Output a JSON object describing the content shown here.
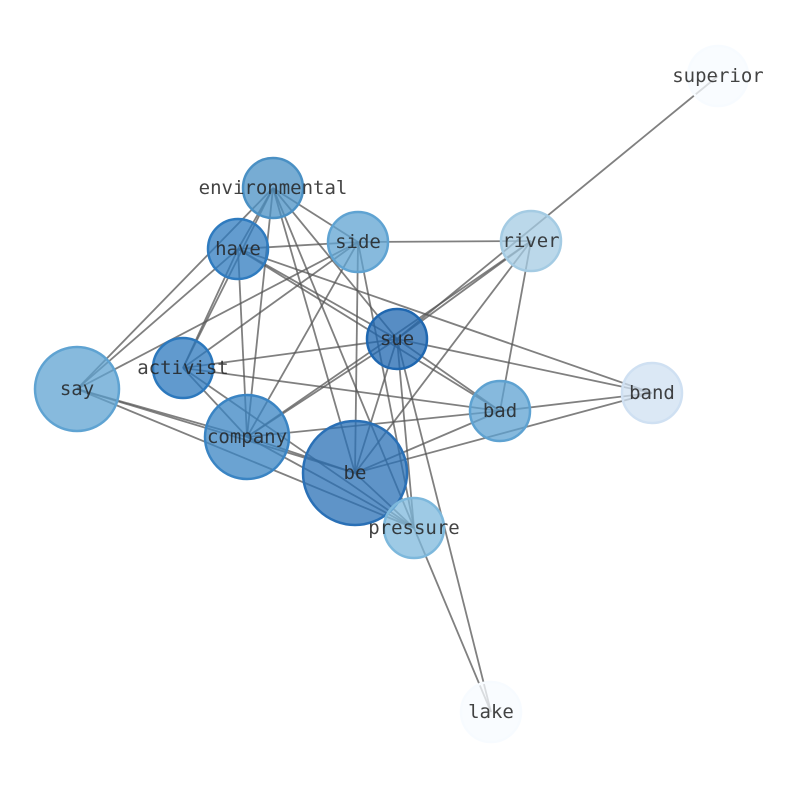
{
  "chart_data": {
    "type": "network",
    "title": "",
    "nodes": [
      {
        "id": "superior",
        "label": "superior",
        "size": 1,
        "color": "#f7fbff"
      },
      {
        "id": "environmental",
        "label": "environmental",
        "size": 1,
        "color": "#4a90c4"
      },
      {
        "id": "have",
        "label": "have",
        "size": 1,
        "color": "#2f7bbf"
      },
      {
        "id": "side",
        "label": "side",
        "size": 1,
        "color": "#5fa3d2"
      },
      {
        "id": "river",
        "label": "river",
        "size": 1,
        "color": "#a4cbe3"
      },
      {
        "id": "sue",
        "label": "sue",
        "size": 1,
        "color": "#1f67b0"
      },
      {
        "id": "activist",
        "label": "activist",
        "size": 1,
        "color": "#2c78bd"
      },
      {
        "id": "say",
        "label": "say",
        "size": 2,
        "color": "#5fa3d2"
      },
      {
        "id": "band",
        "label": "band",
        "size": 1,
        "color": "#cfe0f2"
      },
      {
        "id": "bad",
        "label": "bad",
        "size": 1,
        "color": "#5ea2d1"
      },
      {
        "id": "company",
        "label": "company",
        "size": 2,
        "color": "#3a84c3"
      },
      {
        "id": "be",
        "label": "be",
        "size": 3,
        "color": "#2a70b6"
      },
      {
        "id": "pressure",
        "label": "pressure",
        "size": 1,
        "color": "#7db8dc"
      },
      {
        "id": "lake",
        "label": "lake",
        "size": 1,
        "color": "#f7fbff"
      }
    ],
    "edges": [
      [
        "superior",
        "sue"
      ],
      [
        "environmental",
        "have"
      ],
      [
        "environmental",
        "side"
      ],
      [
        "environmental",
        "say"
      ],
      [
        "environmental",
        "activist"
      ],
      [
        "environmental",
        "company"
      ],
      [
        "environmental",
        "be"
      ],
      [
        "environmental",
        "pressure"
      ],
      [
        "environmental",
        "sue"
      ],
      [
        "have",
        "side"
      ],
      [
        "have",
        "say"
      ],
      [
        "have",
        "activist"
      ],
      [
        "have",
        "company"
      ],
      [
        "have",
        "sue"
      ],
      [
        "have",
        "bad"
      ],
      [
        "have",
        "band"
      ],
      [
        "side",
        "river"
      ],
      [
        "side",
        "say"
      ],
      [
        "side",
        "activist"
      ],
      [
        "side",
        "company"
      ],
      [
        "side",
        "be"
      ],
      [
        "side",
        "pressure"
      ],
      [
        "river",
        "sue"
      ],
      [
        "river",
        "company"
      ],
      [
        "river",
        "be"
      ],
      [
        "river",
        "bad"
      ],
      [
        "sue",
        "activist"
      ],
      [
        "sue",
        "company"
      ],
      [
        "sue",
        "be"
      ],
      [
        "sue",
        "bad"
      ],
      [
        "sue",
        "band"
      ],
      [
        "sue",
        "pressure"
      ],
      [
        "sue",
        "lake"
      ],
      [
        "activist",
        "company"
      ],
      [
        "activist",
        "bad"
      ],
      [
        "activist",
        "pressure"
      ],
      [
        "say",
        "company"
      ],
      [
        "say",
        "be"
      ],
      [
        "say",
        "pressure"
      ],
      [
        "band",
        "bad"
      ],
      [
        "band",
        "be"
      ],
      [
        "bad",
        "be"
      ],
      [
        "bad",
        "company"
      ],
      [
        "company",
        "be"
      ],
      [
        "company",
        "pressure"
      ],
      [
        "be",
        "pressure"
      ],
      [
        "pressure",
        "lake"
      ]
    ]
  }
}
